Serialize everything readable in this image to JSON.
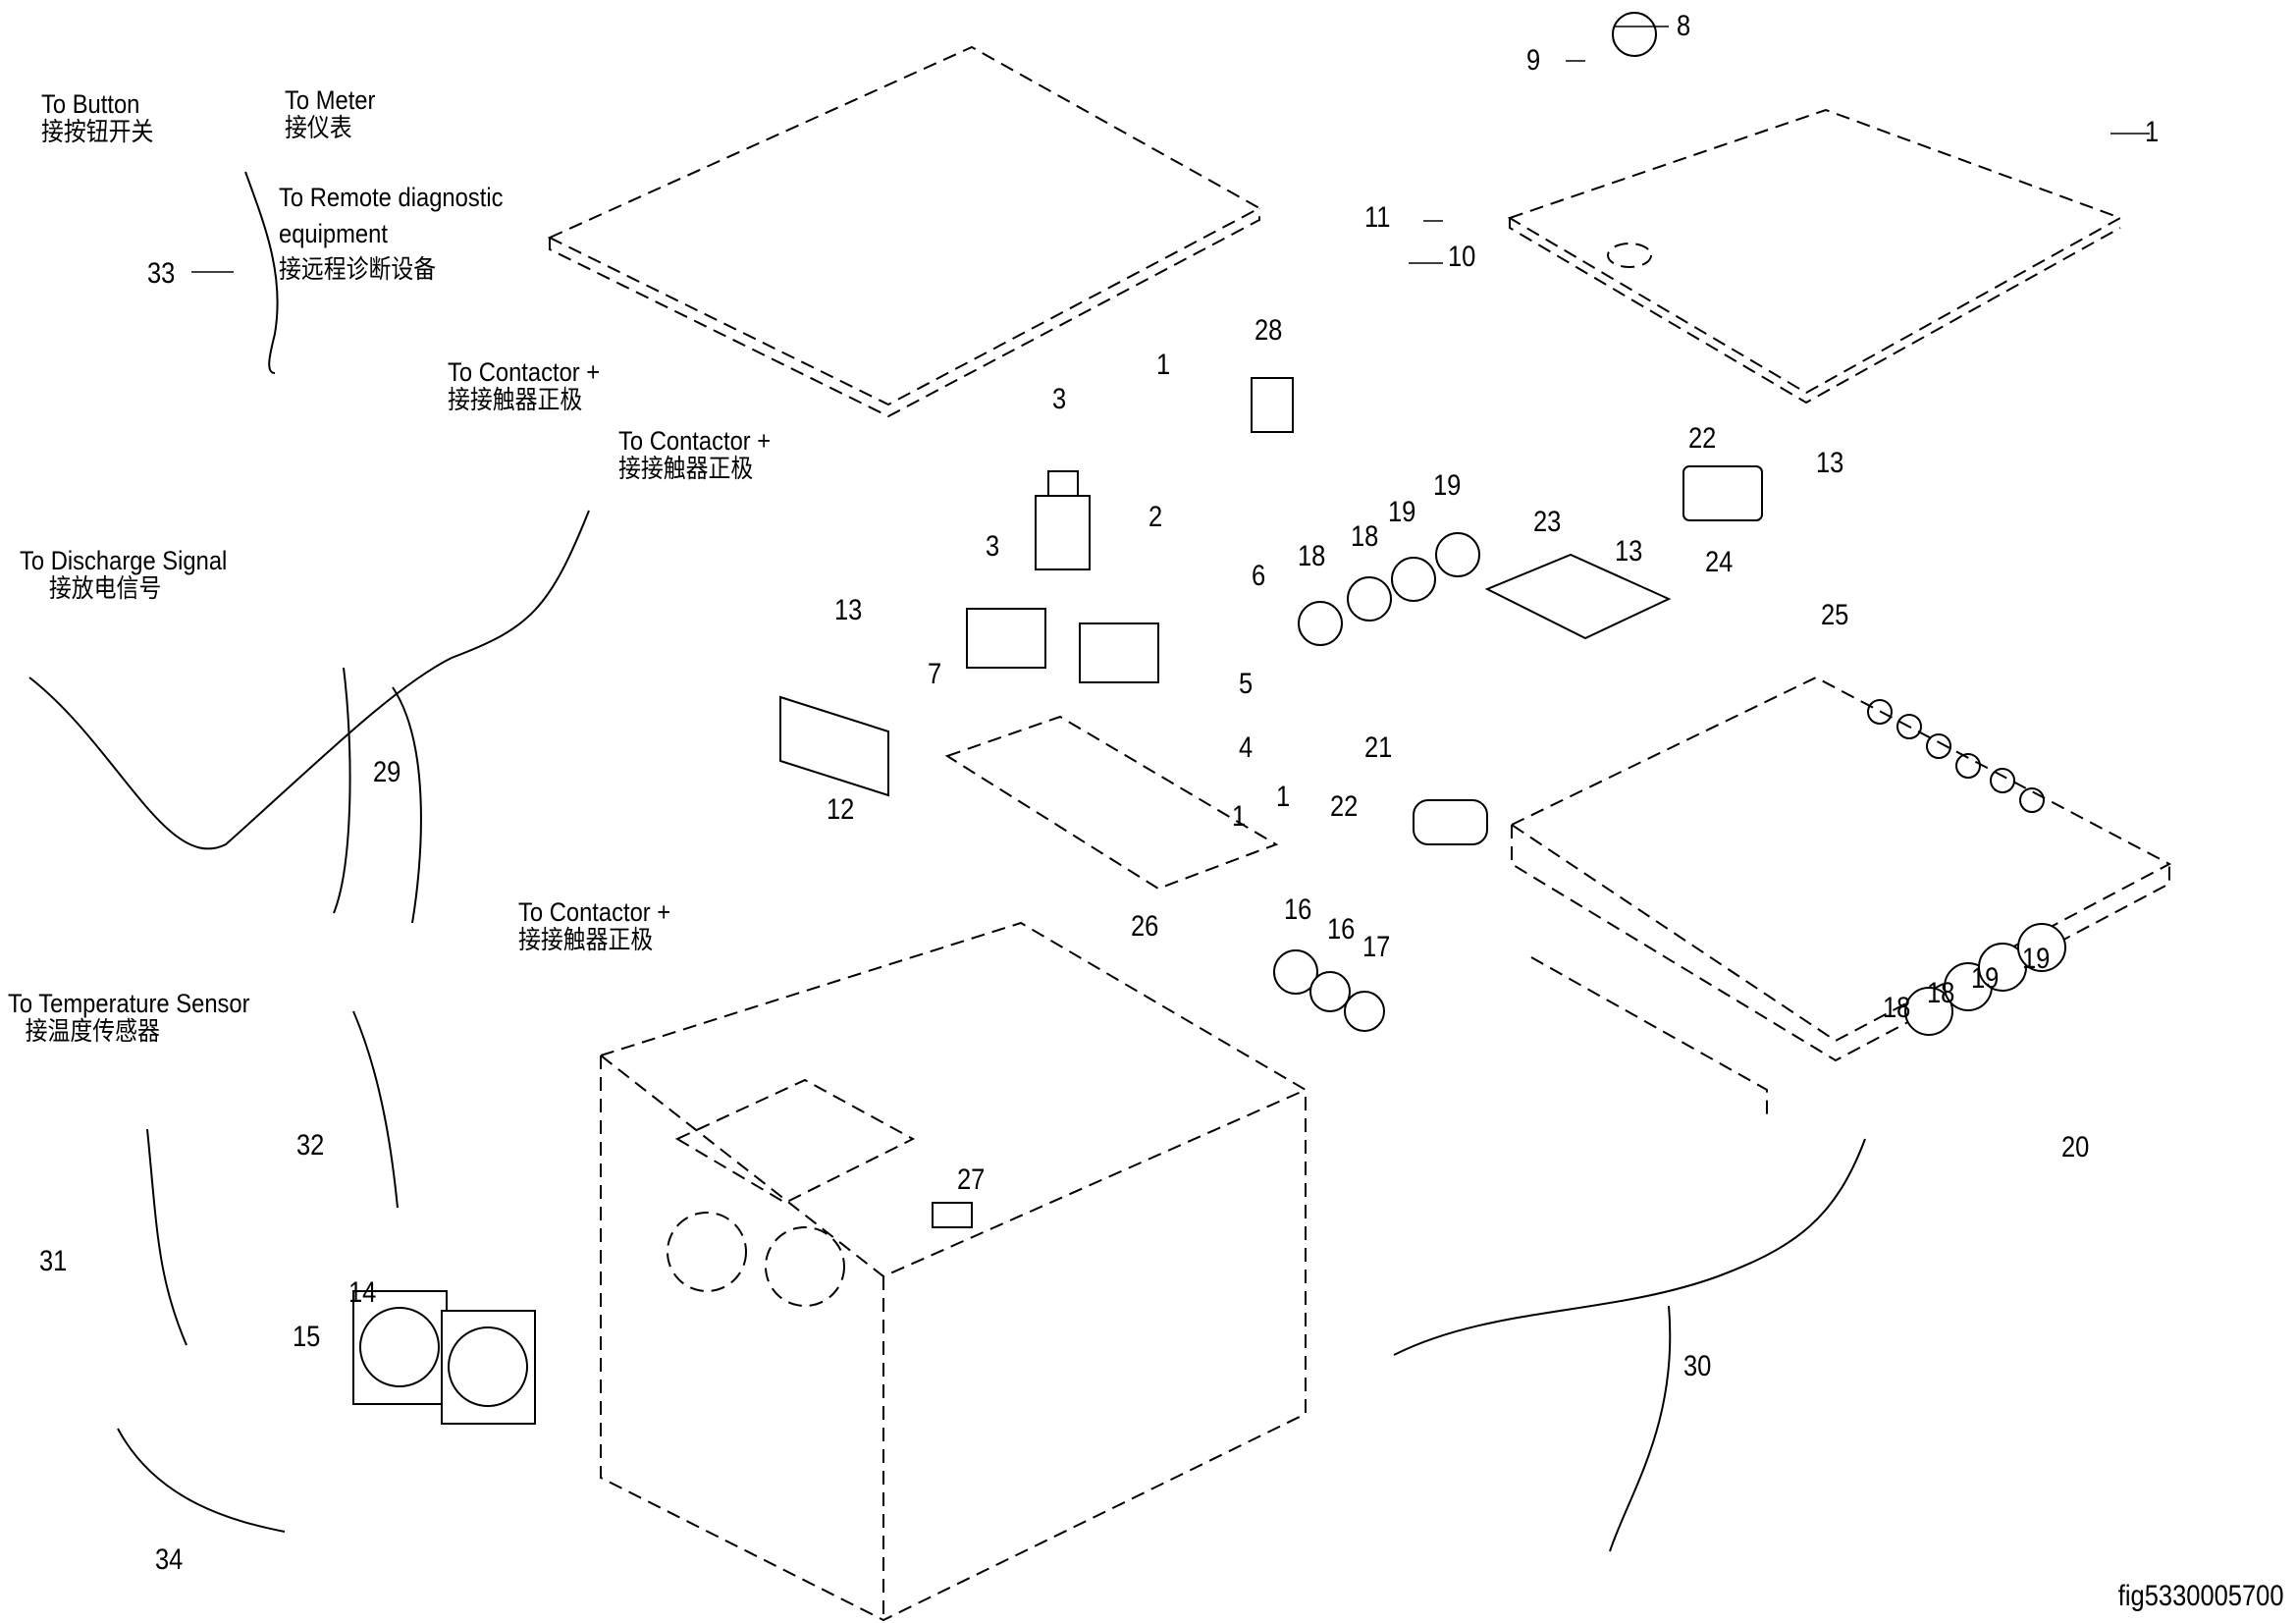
{
  "figure_id": "fig5330005700",
  "annotations": [
    {
      "en": "To Button",
      "zh": "接按钮开关"
    },
    {
      "en": "To Meter",
      "zh": "接仪表"
    },
    {
      "en": "To Remote diagnostic equipment",
      "en_line1": "To Remote diagnostic",
      "en_line2": "equipment",
      "zh": "接远程诊断设备"
    },
    {
      "en": "To Contactor +",
      "zh": "接接触器正极"
    },
    {
      "en": "To Contactor +",
      "zh": "接接触器正极"
    },
    {
      "en": "To Discharge Signal",
      "zh": "接放电信号"
    },
    {
      "en": "To Contactor +",
      "zh": "接接触器正极"
    },
    {
      "en": "To Temperature Sensor",
      "zh": "接温度传感器"
    }
  ],
  "callouts": [
    "1",
    "1",
    "1",
    "1",
    "2",
    "3",
    "3",
    "4",
    "5",
    "6",
    "7",
    "8",
    "9",
    "10",
    "11",
    "12",
    "13",
    "13",
    "13",
    "14",
    "15",
    "16",
    "16",
    "17",
    "18",
    "18",
    "18",
    "18",
    "19",
    "19",
    "19",
    "19",
    "20",
    "21",
    "22",
    "22",
    "23",
    "24",
    "25",
    "26",
    "27",
    "28",
    "29",
    "30",
    "31",
    "32",
    "33",
    "34"
  ]
}
